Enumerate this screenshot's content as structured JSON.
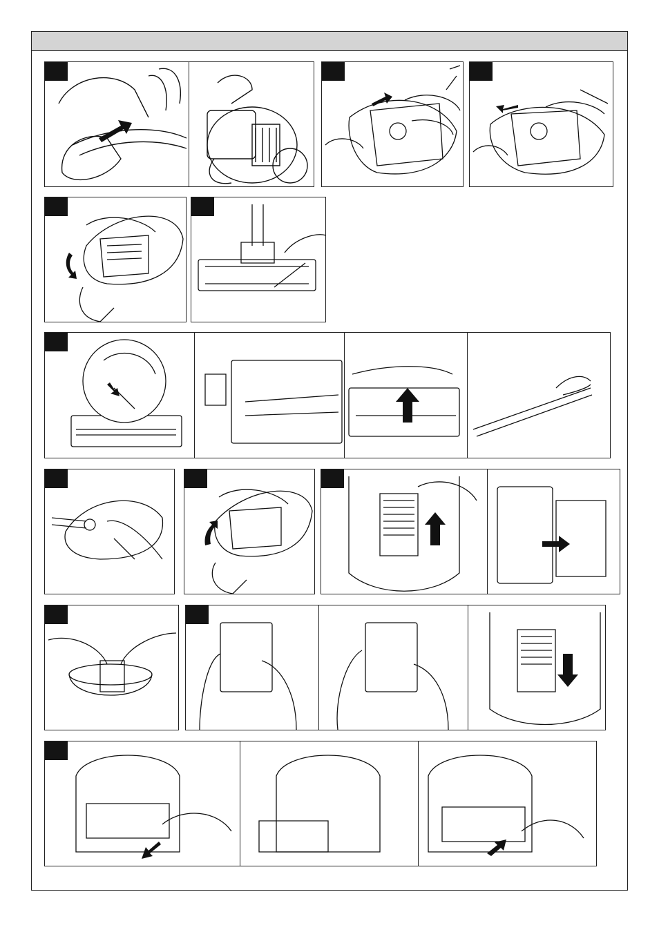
{
  "section_header": "",
  "steps": [
    {
      "id": "1",
      "number": ""
    },
    {
      "id": "2",
      "number": ""
    },
    {
      "id": "3",
      "number": ""
    },
    {
      "id": "4",
      "number": ""
    },
    {
      "id": "5",
      "number": ""
    },
    {
      "id": "6",
      "number": ""
    },
    {
      "id": "7",
      "number": ""
    },
    {
      "id": "8",
      "number": ""
    },
    {
      "id": "9",
      "number": ""
    },
    {
      "id": "10",
      "number": ""
    },
    {
      "id": "11",
      "number": ""
    },
    {
      "id": "12",
      "number": ""
    },
    {
      "id": "13",
      "number": ""
    }
  ],
  "icons": [
    "arrow-icon",
    "hand-icon",
    "vacuum-icon",
    "filter-icon",
    "brush-roll-icon",
    "scissors-icon",
    "bowl-icon"
  ]
}
